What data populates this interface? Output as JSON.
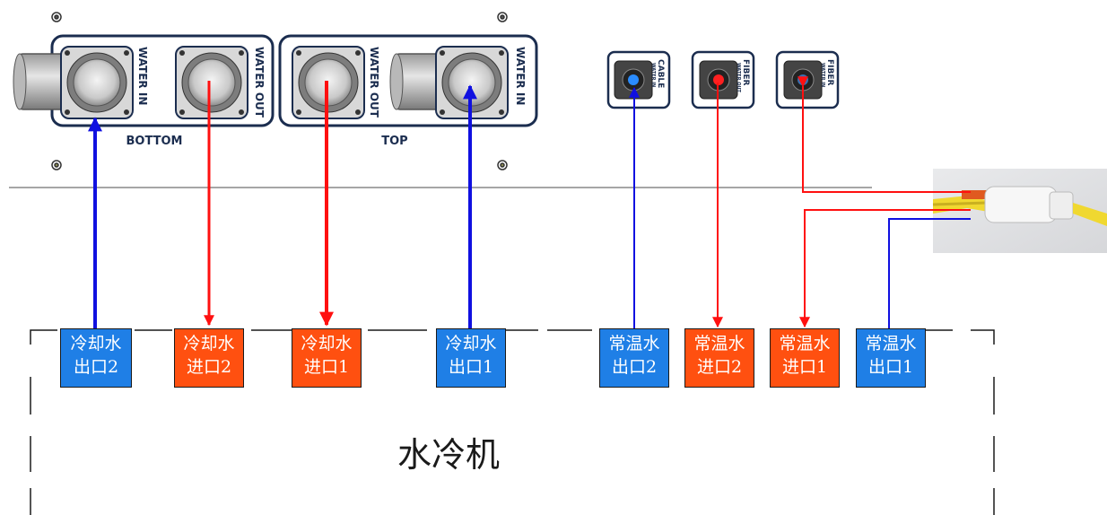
{
  "colors": {
    "cold": "#1f7fe6",
    "warm": "#ff5010",
    "line_blue": "#1010e0",
    "line_red": "#ff1010",
    "panel_outline": "#1b2d4f"
  },
  "panels": {
    "bottom": {
      "label": "BOTTOM",
      "port_left": "WATER IN",
      "port_right": "WATER OUT"
    },
    "top": {
      "label": "TOP",
      "port_left": "WATER OUT",
      "port_right": "WATER IN"
    },
    "small": [
      {
        "title": "CABLE",
        "sub": "WATER IN"
      },
      {
        "title": "FIBER",
        "sub": "WATER OUT"
      },
      {
        "title": "FIBER",
        "sub": "WATER IN"
      }
    ]
  },
  "connections": [
    {
      "label": "冷却水出口2",
      "line1": "冷却水",
      "line2": "出口2",
      "kind": "cold",
      "flow": "up"
    },
    {
      "label": "冷却水进口2",
      "line1": "冷却水",
      "line2": "进口2",
      "kind": "warm",
      "flow": "down"
    },
    {
      "label": "冷却水进口1",
      "line1": "冷却水",
      "line2": "进口1",
      "kind": "warm",
      "flow": "down"
    },
    {
      "label": "冷却水出口1",
      "line1": "冷却水",
      "line2": "出口1",
      "kind": "cold",
      "flow": "up"
    },
    {
      "label": "常温水出口2",
      "line1": "常温水",
      "line2": "出口2",
      "kind": "cold",
      "flow": "up"
    },
    {
      "label": "常温水进口2",
      "line1": "常温水",
      "line2": "进口2",
      "kind": "warm",
      "flow": "down"
    },
    {
      "label": "常温水进口1",
      "line1": "常温水",
      "line2": "进口1",
      "kind": "warm",
      "flow": "down"
    },
    {
      "label": "常温水出口1",
      "line1": "常温水",
      "line2": "出口1",
      "kind": "cold",
      "flow": "none"
    }
  ],
  "machine_label": "水冷机"
}
